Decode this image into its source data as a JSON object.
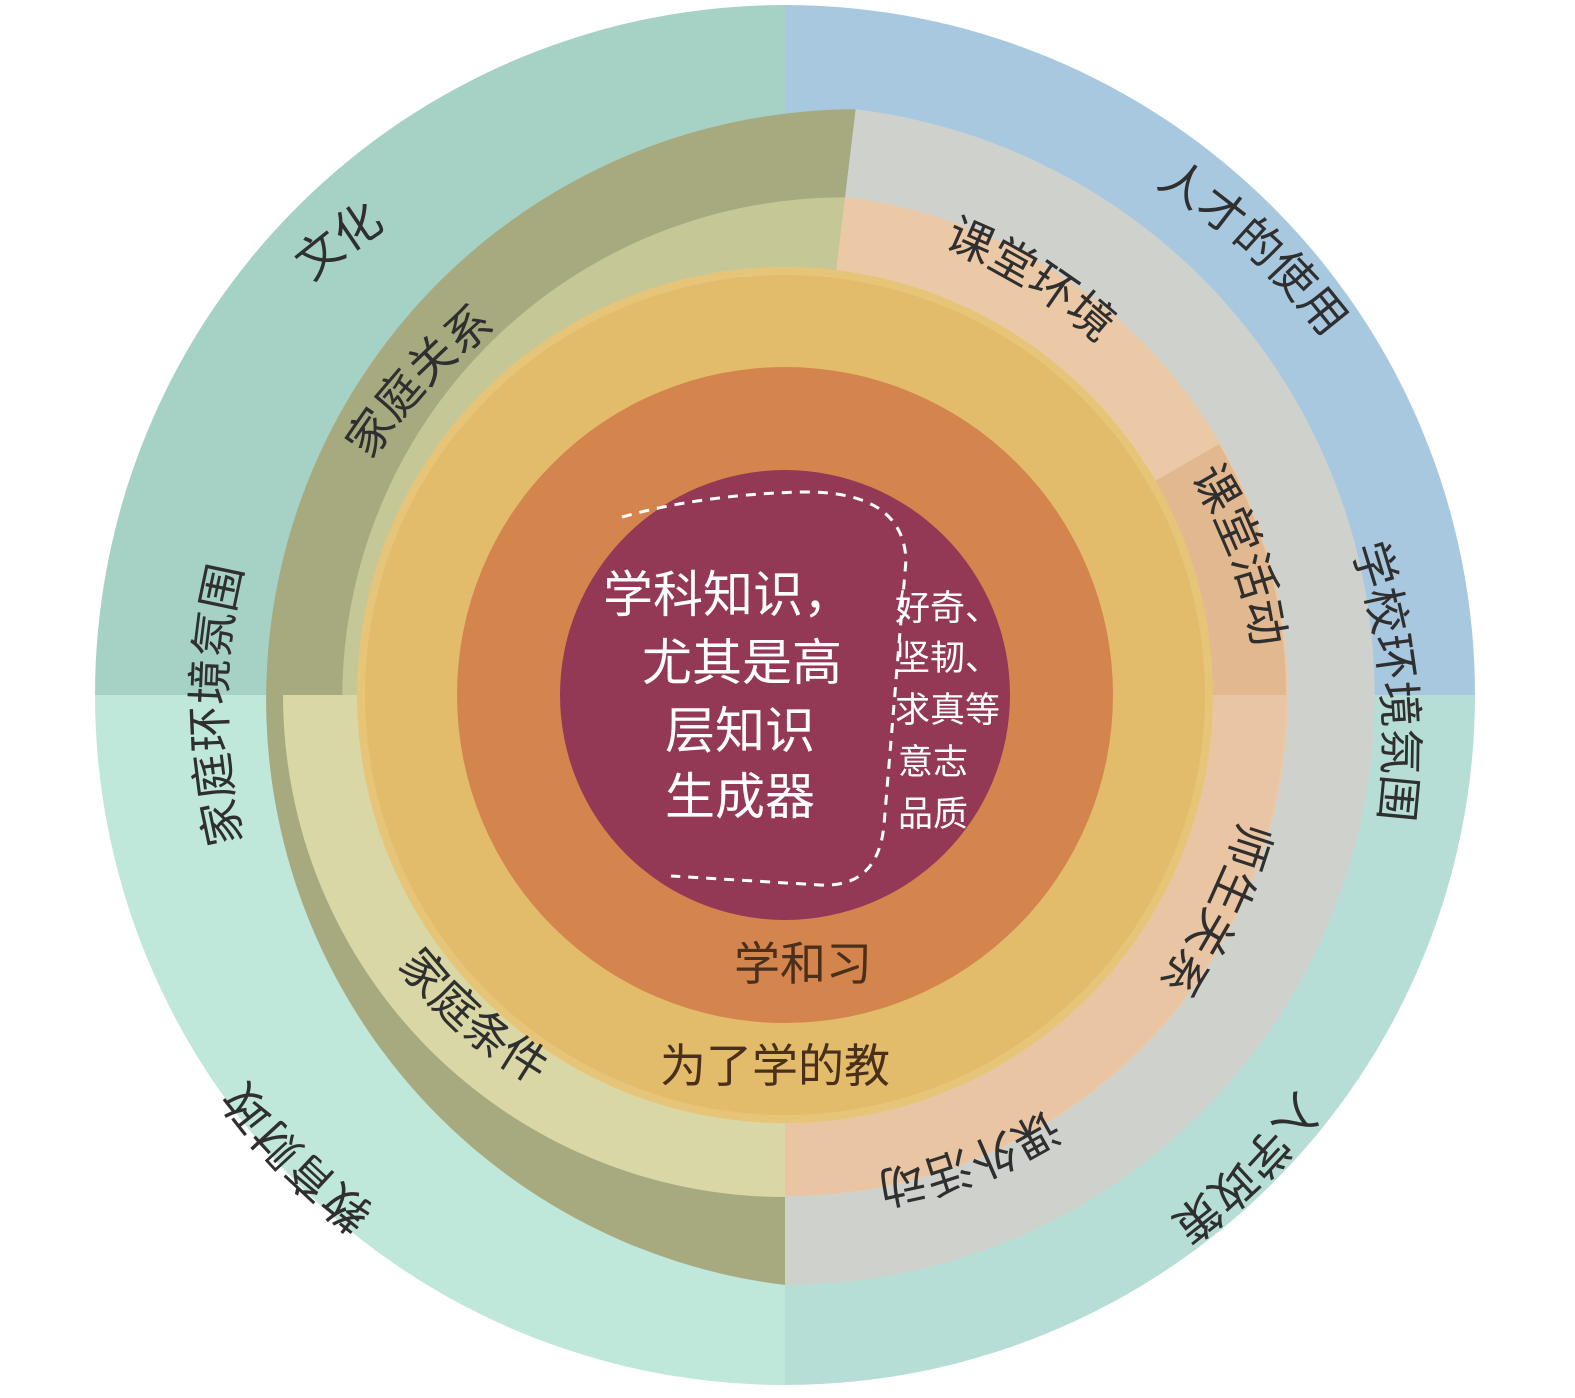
{
  "colors": {
    "outer_tl": "#a6d2c6",
    "outer_tr": "#a8c8e0",
    "outer_bl": "#bfe7da",
    "outer_br": "#b6ded6",
    "family_band_outer": "#a7aa7f",
    "family_band_inner": "#c6c797",
    "family_bottom_inner": "#d9d7a6",
    "school_band_outer": "#cfd2cc",
    "school_band_inner": "#ecc9a6",
    "school_band_mid": "#e2b890",
    "school_band_br": "#e9c5a3",
    "ring_teaching": "#e2bc6b",
    "ring_teaching_edge": "#e6c579",
    "ring_learning": "#d4844d",
    "core": "#933855",
    "core_dash": "#ffffff"
  },
  "outer_labels": {
    "culture": "文化",
    "talent_use": "人才的使用",
    "school_atmosphere": "学校环境氛围",
    "admission_policy": "入学政策",
    "education_finance": "教育财政",
    "family_atmosphere": "家庭环境氛围"
  },
  "middle_labels": {
    "family_relations": "家庭关系",
    "family_conditions": "家庭条件",
    "classroom_environment": "课堂环境",
    "classroom_activities": "课堂活动",
    "teacher_student_relations": "师生关系",
    "extracurricular": "课外活动"
  },
  "rings": {
    "teaching_for_learning": "为了学的教",
    "learning_and_practice": "学和习"
  },
  "core": {
    "main_lines": [
      "学科知识，",
      "尤其是高",
      "层知识",
      "生成器"
    ],
    "side_lines": [
      "好奇、",
      "坚韧、",
      "求真等",
      "意志",
      "品质"
    ]
  }
}
